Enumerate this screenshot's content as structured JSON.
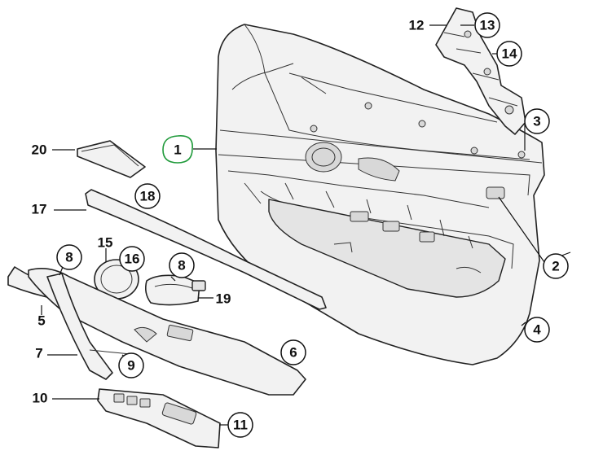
{
  "diagram": {
    "callouts": [
      {
        "key": "c1",
        "label": "1",
        "circled": true,
        "accent": "#1f9a3a"
      },
      {
        "key": "c2",
        "label": "2",
        "circled": true
      },
      {
        "key": "c3",
        "label": "3",
        "circled": true
      },
      {
        "key": "c4",
        "label": "4",
        "circled": true
      },
      {
        "key": "c5",
        "label": "5",
        "circled": false
      },
      {
        "key": "c6",
        "label": "6",
        "circled": true
      },
      {
        "key": "c7",
        "label": "7",
        "circled": false
      },
      {
        "key": "c8a",
        "label": "8",
        "circled": true
      },
      {
        "key": "c8b",
        "label": "8",
        "circled": true
      },
      {
        "key": "c9",
        "label": "9",
        "circled": true
      },
      {
        "key": "c10",
        "label": "10",
        "circled": false
      },
      {
        "key": "c11",
        "label": "11",
        "circled": true
      },
      {
        "key": "c12",
        "label": "12",
        "circled": false
      },
      {
        "key": "c13",
        "label": "13",
        "circled": true
      },
      {
        "key": "c14",
        "label": "14",
        "circled": true
      },
      {
        "key": "c15",
        "label": "15",
        "circled": false
      },
      {
        "key": "c16",
        "label": "16",
        "circled": true
      },
      {
        "key": "c17",
        "label": "17",
        "circled": false
      },
      {
        "key": "c18",
        "label": "18",
        "circled": true
      },
      {
        "key": "c19",
        "label": "19",
        "circled": false
      },
      {
        "key": "c20",
        "label": "20",
        "circled": false
      }
    ]
  }
}
